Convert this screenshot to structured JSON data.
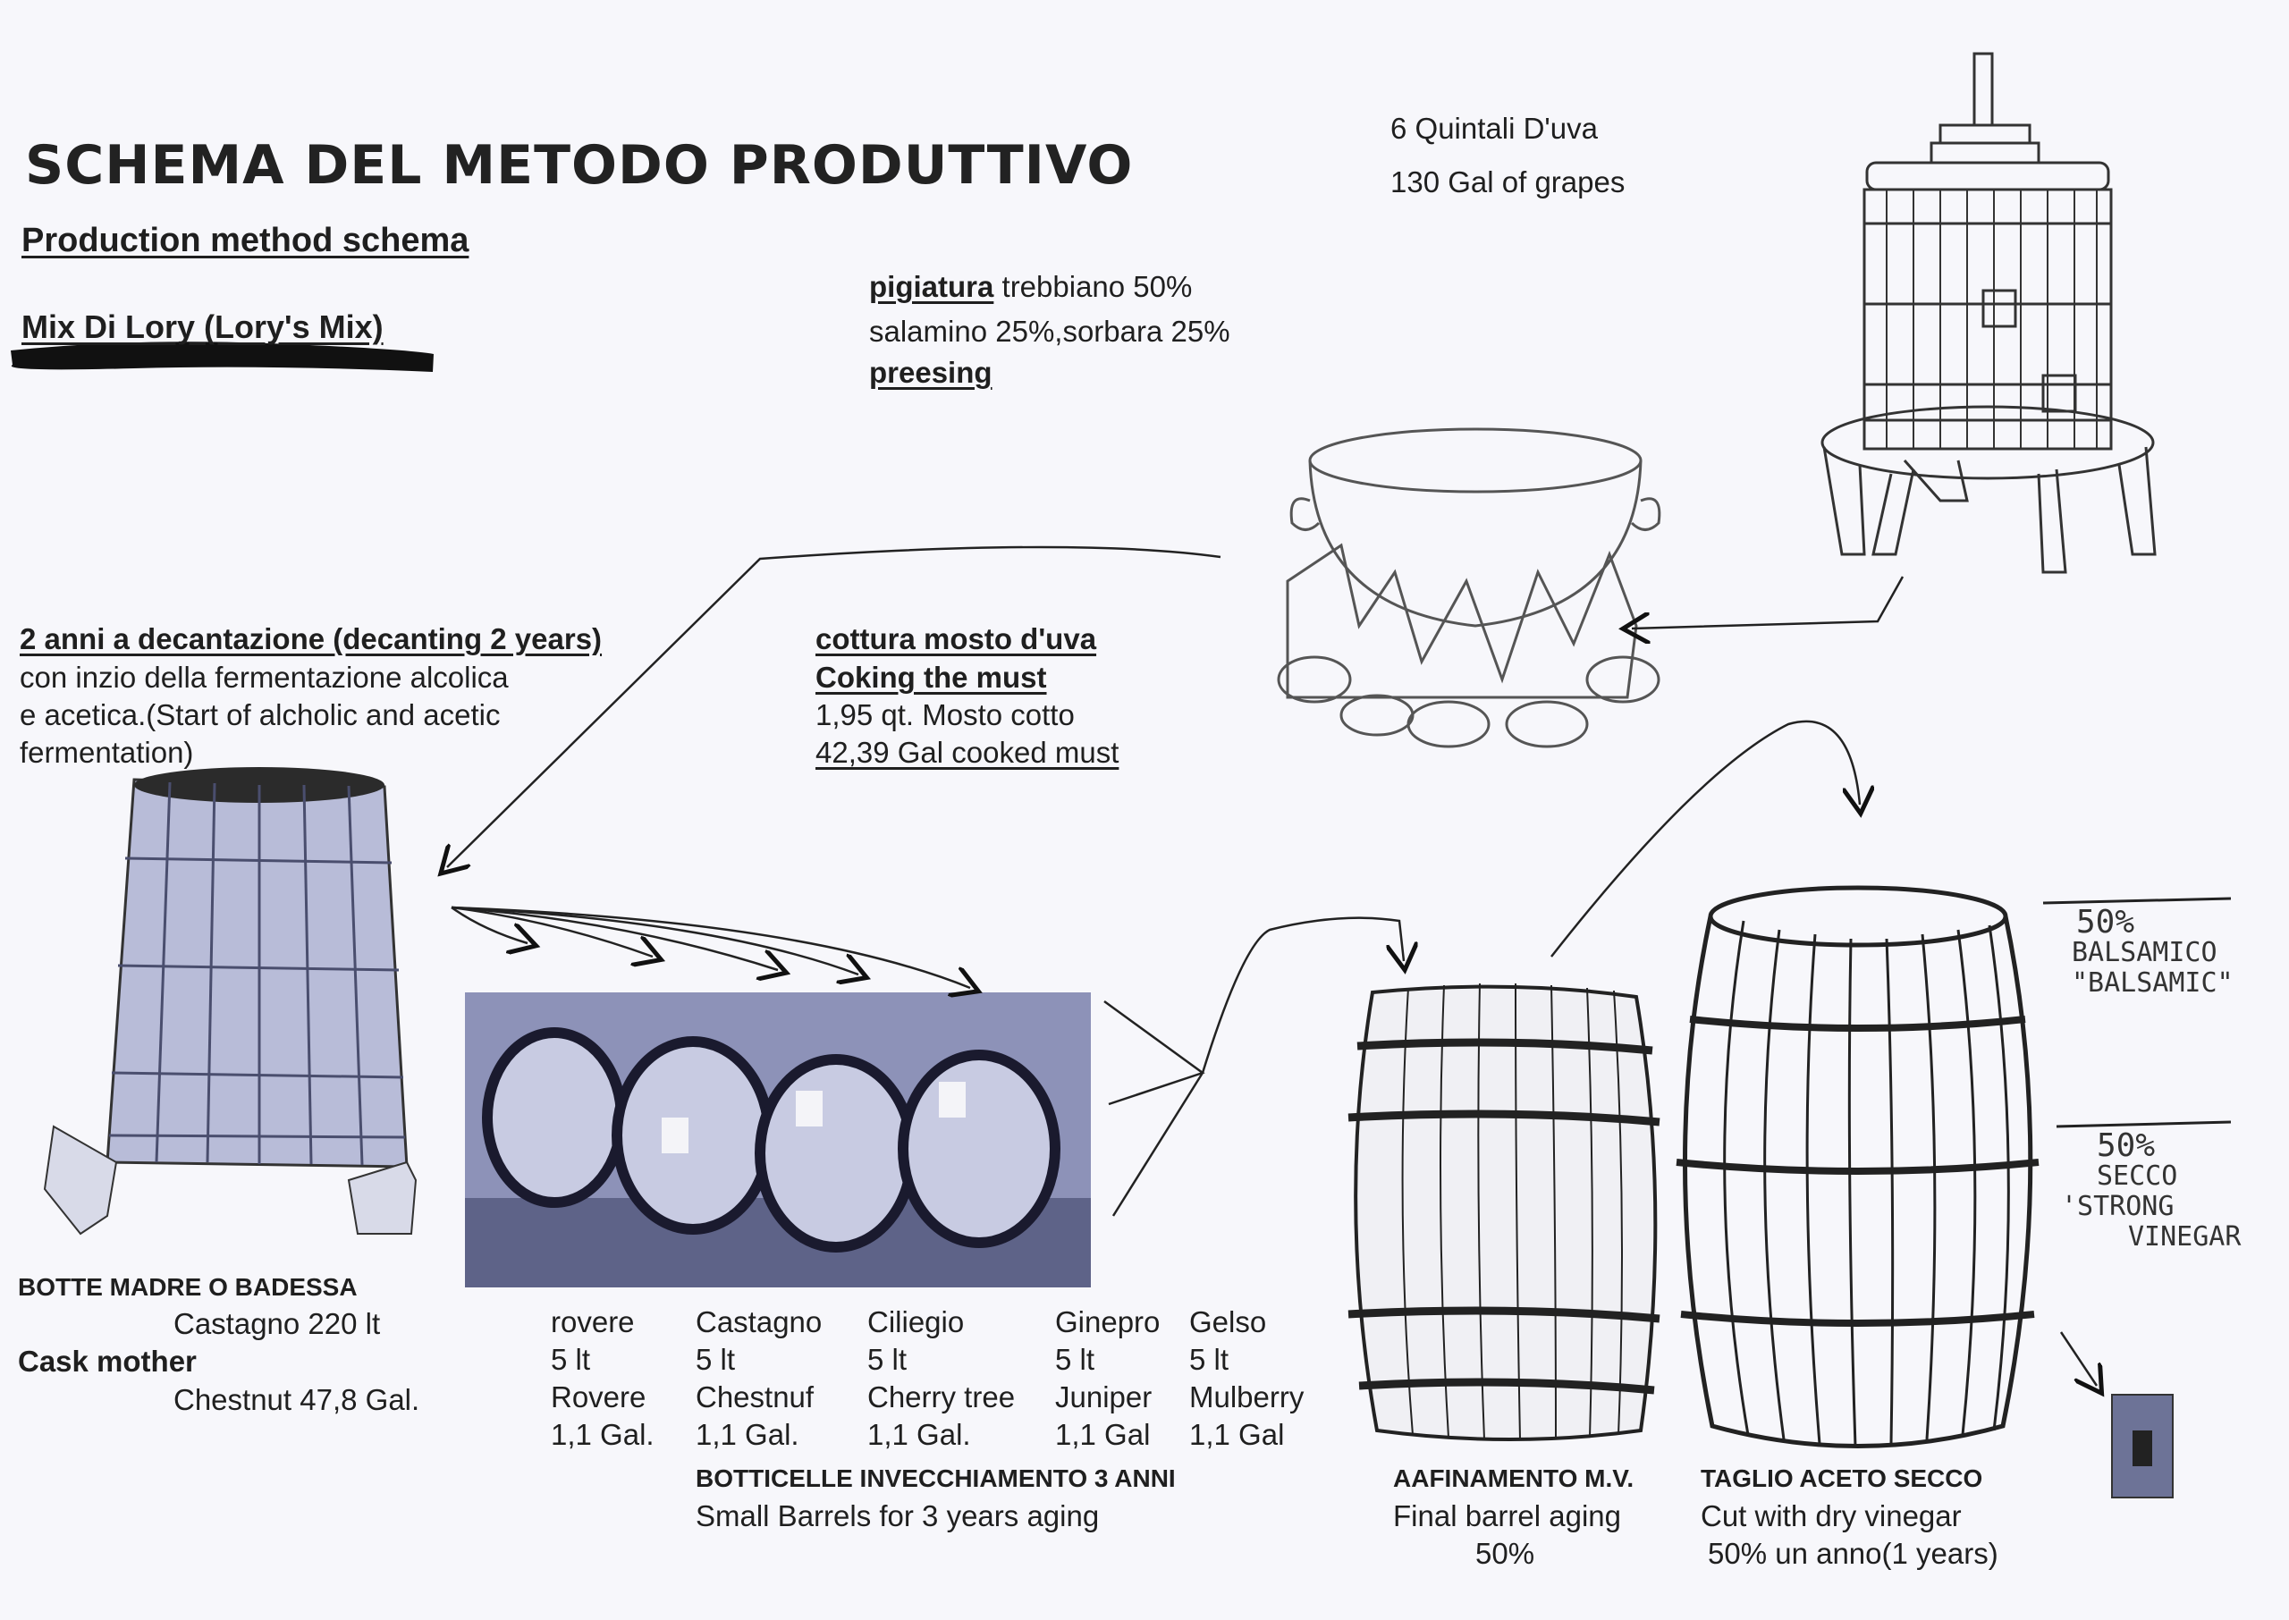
{
  "header": {
    "title": "SCHEMA DEL METODO PRODUTTIVO",
    "subtitle": "Production method schema",
    "mix_label": "Mix Di Lory (Lory's Mix)"
  },
  "grapes": {
    "line1": "6 Quintali D'uva",
    "line2": "130 Gal of grapes"
  },
  "pressing": {
    "word": "pigiatura",
    "line1_rest": " trebbiano 50%",
    "line2": "salamino 25%,sorbara 25%",
    "line3": "preesing"
  },
  "decanting": {
    "heading": "2 anni a decantazione (decanting 2 years)",
    "line1": "con inzio della fermentazione alcolica",
    "line2": "e  acetica.(Start of alcholic and acetic",
    "line3": "fermentation)"
  },
  "cooking": {
    "heading1": "cottura mosto d'uva",
    "heading2": "Coking the must",
    "line1": "1,95 qt. Mosto cotto",
    "line2": "42,39 Gal  cooked must"
  },
  "mother_cask": {
    "line1": "BOTTE MADRE O BADESSA",
    "line2": "Castagno 220 lt",
    "line3": "Cask mother",
    "line4": "Chestnut 47,8 Gal."
  },
  "small_barrels": {
    "columns": [
      {
        "wood": "rovere",
        "size": "5 lt",
        "english": "Rovere",
        "gal": "1,1 Gal."
      },
      {
        "wood": "Castagno",
        "size": "5 lt",
        "english": "Chestnuf",
        "gal": "1,1 Gal."
      },
      {
        "wood": "Ciliegio",
        "size": "5 lt",
        "english": "Cherry tree",
        "gal": "1,1 Gal."
      },
      {
        "wood": "Ginepro",
        "size": "5 lt",
        "english": "Juniper",
        "gal": "1,1 Gal"
      },
      {
        "wood": "Gelso",
        "size": "5 lt",
        "english": "Mulberry",
        "gal": "1,1 Gal"
      }
    ],
    "caption1": "BOTTICELLE INVECCHIAMENTO 3 ANNI",
    "caption2": "Small Barrels for 3 years aging"
  },
  "final_aging": {
    "line1": "AAFINAMENTO M.V.",
    "line2": "Final barrel aging",
    "line3": "50%"
  },
  "cut": {
    "line1": "TAGLIO ACETO SECCO",
    "line2": "Cut with dry vinegar",
    "line3": "50% un anno(1 years)"
  },
  "handwritten": {
    "balsamic": [
      "50%",
      "BALSAMICO",
      "\"BALSAMIC\""
    ],
    "dry": [
      "50%",
      "SECCO",
      "'STRONG",
      "VINEGAR"
    ]
  },
  "colors": {
    "ink": "#1f1f1f",
    "barrel_blue": "#9fa3c8",
    "background": "#f7f7fb"
  }
}
